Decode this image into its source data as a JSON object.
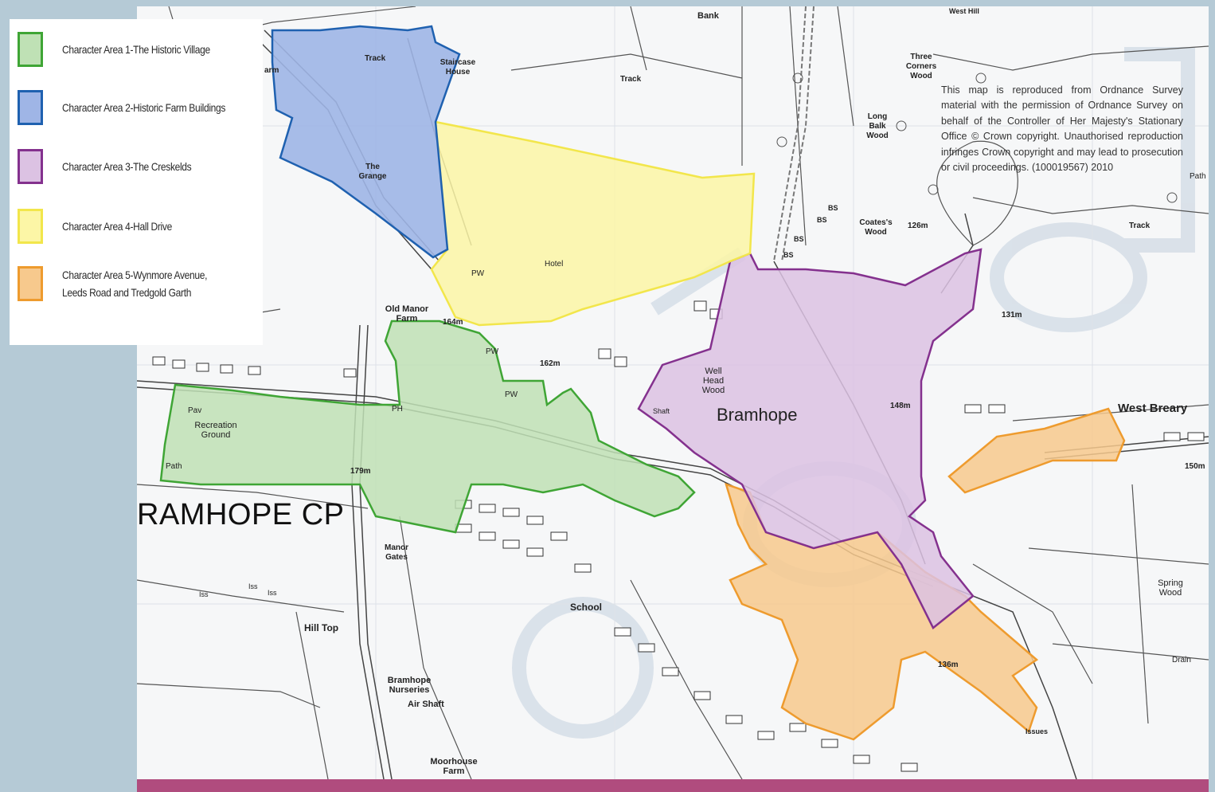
{
  "legend": {
    "items": [
      {
        "label": "Character Area 1-The Historic Village",
        "stroke": "#3fa535",
        "fill": "#bfe1b5"
      },
      {
        "label": "Character Area 2-Historic Farm Buildings",
        "stroke": "#1f61b0",
        "fill": "#9fb5e6"
      },
      {
        "label": "Character Area 3-The Creskelds",
        "stroke": "#84318e",
        "fill": "#dcc2e3"
      },
      {
        "label": "Character Area 4-Hall Drive",
        "stroke": "#f2e64b",
        "fill": "#fcf6a6"
      },
      {
        "label": "Character Area 5-Wynmore Avenue, Leeds Road and Tredgold Garth",
        "stroke": "#ee9b2e",
        "fill": "#f7c98d"
      }
    ]
  },
  "copyright": "This map is reproduced from Ordnance Survey material with the permission of Ordnance Survey on behalf of the Controller of Her Majesty's  Stationary Office © Crown copyright.  Unauthorised reproduction infringes Crown copyright  and may lead to prosecution or civil proceedings. (100019567) 2010",
  "labels": {
    "parish": "RAMHOPE CP",
    "village": "Bramhope",
    "west_breary": "West Breary",
    "old_manor_farm": "Old Manor Farm",
    "staircase_house": "Staircase House",
    "the_grange": "The Grange",
    "farm": "arm",
    "track1": "Track",
    "track2": "Track",
    "track3": "Track",
    "three_corners_wood": "Three Corners Wood",
    "long_balk_wood": "Long Balk Wood",
    "coates_wood": "Coates's Wood",
    "height_126": "126m",
    "height_131": "131m",
    "height_164": "164m",
    "height_162": "162m",
    "height_148": "148m",
    "height_179": "179m",
    "height_150": "150m",
    "height_136": "136m",
    "hotel": "Hotel",
    "pw1": "PW",
    "pw2": "PW",
    "pw3": "PW",
    "ph": "PH",
    "bs1": "BS",
    "bs2": "BS",
    "bs3": "BS",
    "bs4": "BS",
    "well_head_wood": "Well Head Wood",
    "shaft": "Shaft",
    "pav": "Pav",
    "recreation_ground": "Recreation Ground",
    "path": "Path",
    "path_right": "Path",
    "manor_gates": "Manor Gates",
    "school": "School",
    "hill_top": "Hill Top",
    "nurseries": "Bramhope Nurseries",
    "air_shaft": "Air Shaft",
    "moorhouse_farm": "Moorhouse Farm",
    "spring_wood": "Spring Wood",
    "drain": "Drain",
    "issues": "Issues",
    "iss1": "Iss",
    "iss2": "Iss",
    "iss3": "Iss",
    "brown_bank": "Bank",
    "west_hill": "West Hill"
  }
}
